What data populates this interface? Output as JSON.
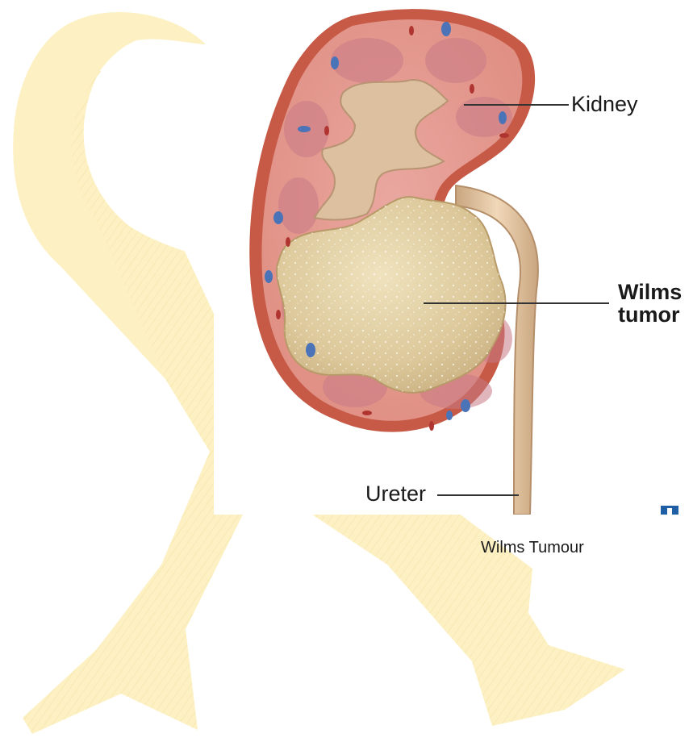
{
  "diagram": {
    "labels": {
      "kidney": "Kidney",
      "tumor_line1": "Wilms",
      "tumor_line2": "tumor",
      "ureter": "Ureter"
    },
    "caption": "Wilms Tumour",
    "colors": {
      "ribbon": "#fdf1c4",
      "ribbon_shadow": "#f5e3a6",
      "kidney_capsule": "#c9614c",
      "kidney_cortex": "#e8a89a",
      "kidney_medulla": "#d98b8b",
      "renal_pelvis": "#dcc0a0",
      "tumor": "#e3d2a7",
      "ureter": "#e5c9a6",
      "vessel_blue": "#4a73b8",
      "vessel_red": "#b0342f",
      "brand_mark": "#1f5fa6"
    },
    "icons": [
      "awareness-ribbon",
      "brand-logo-icon"
    ]
  }
}
